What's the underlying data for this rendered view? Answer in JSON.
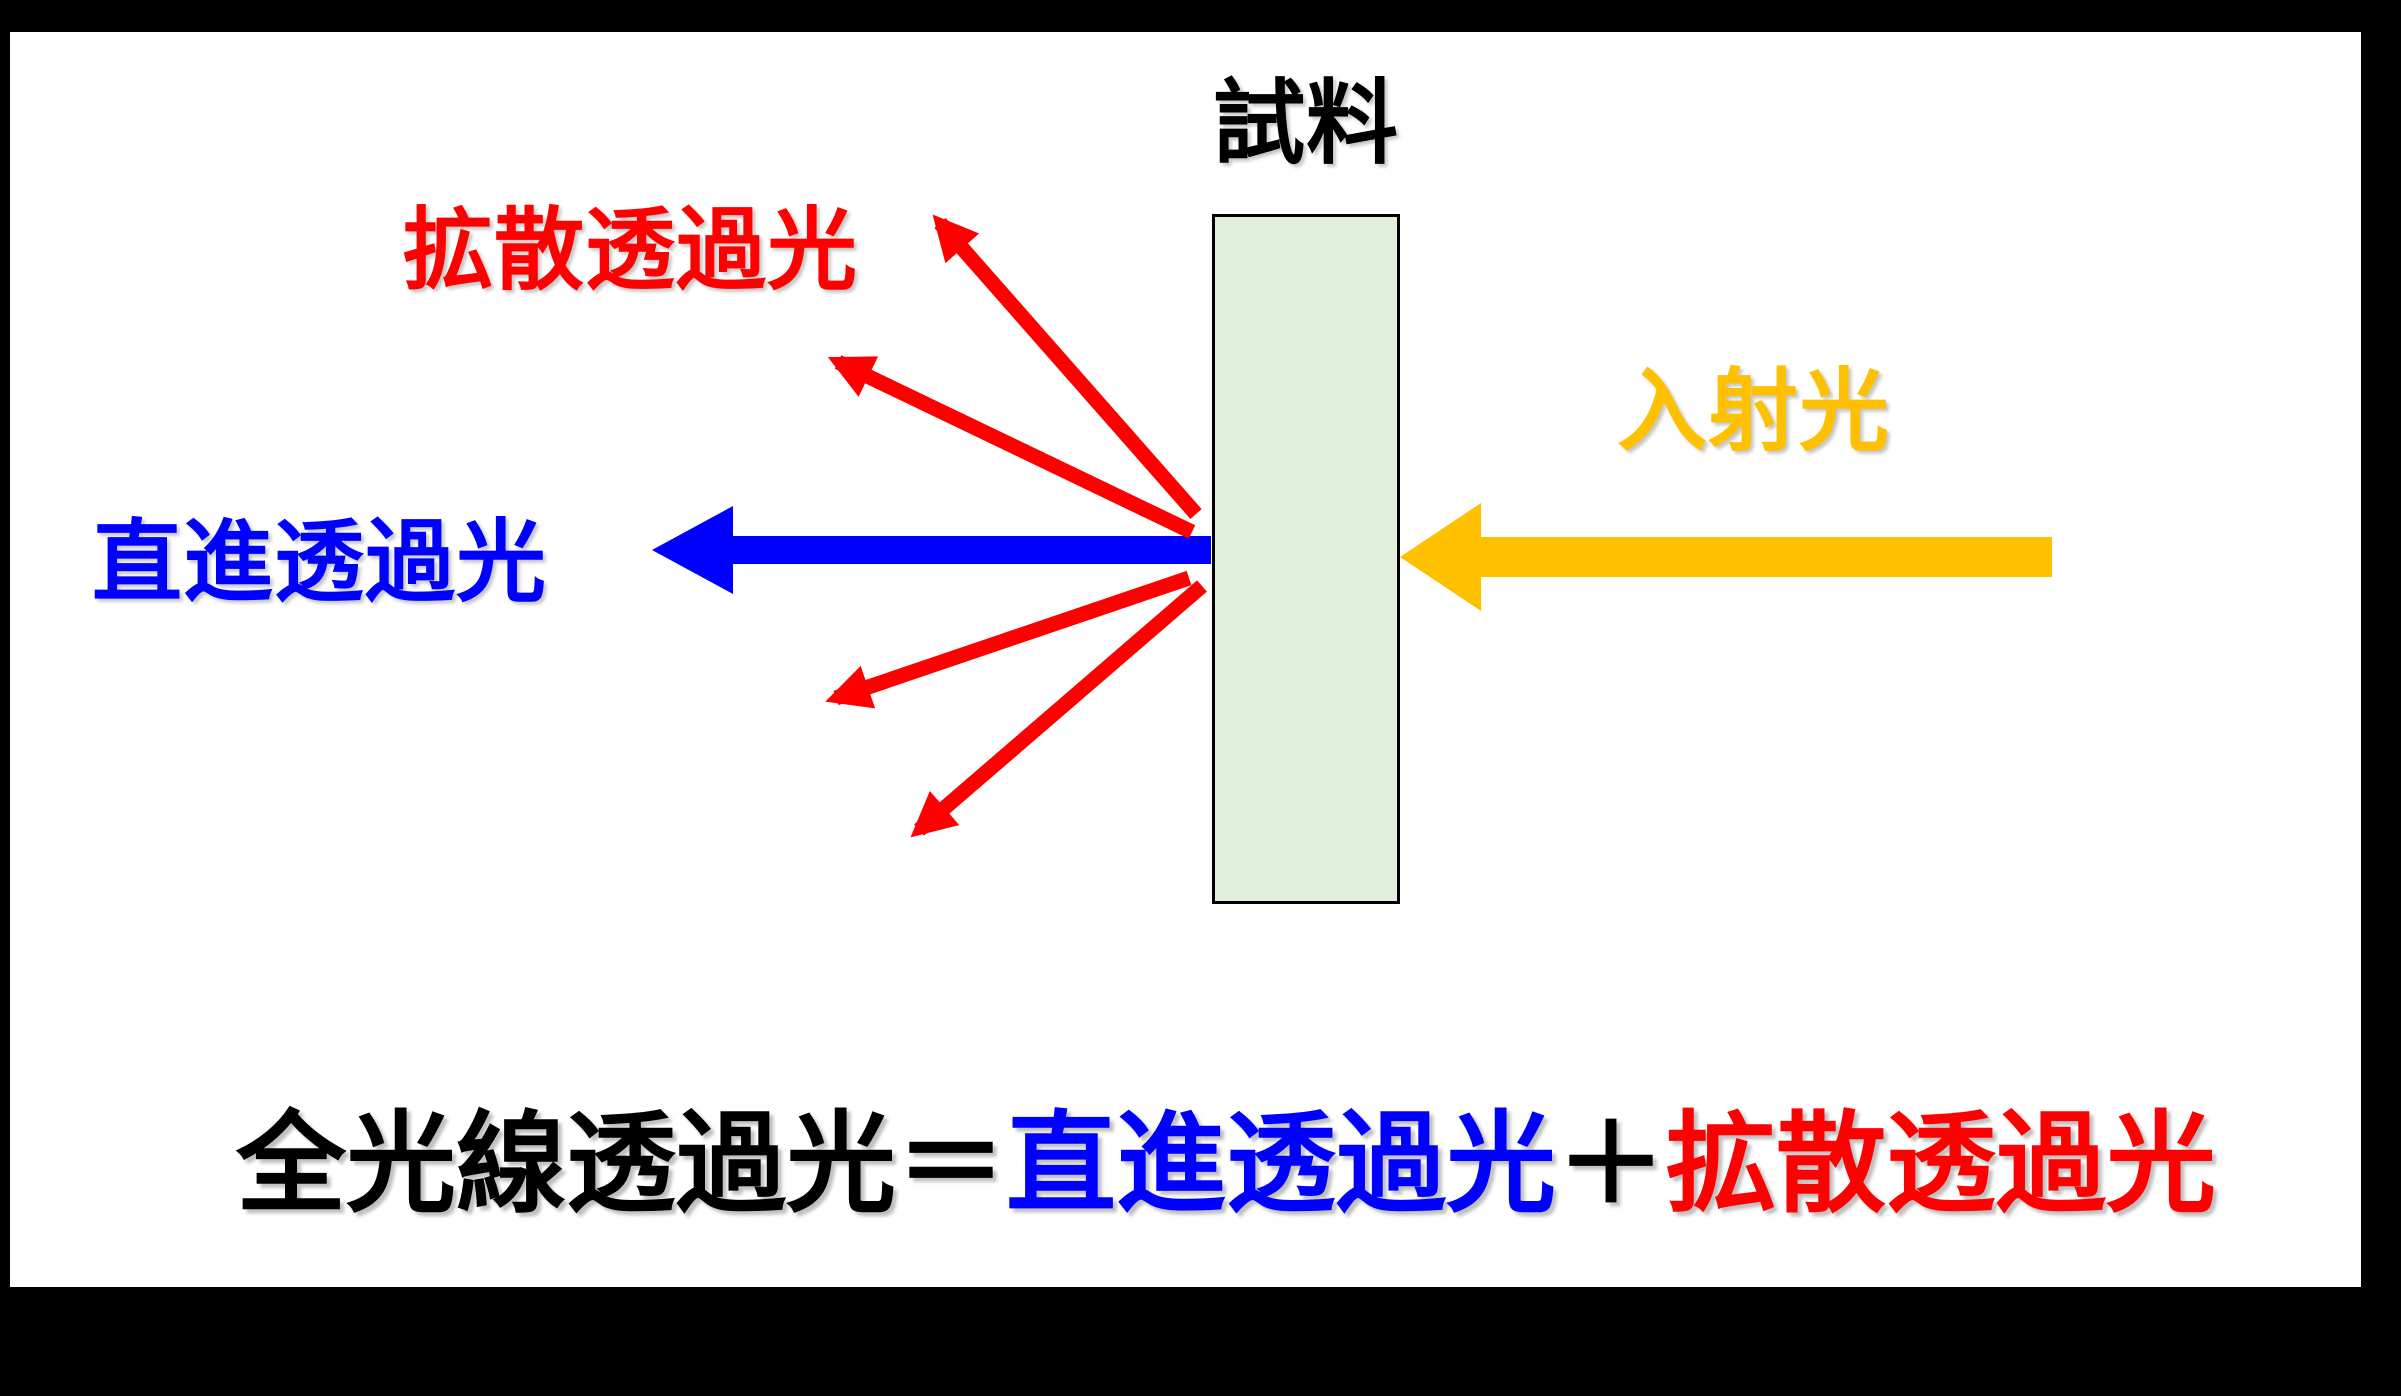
{
  "theme": {
    "background": "#000000",
    "surface": "#FFFFFF",
    "ink": "#000000",
    "incident": "#FFC000",
    "straight": "#0000FF",
    "diffuse": "#FF0000",
    "sample_fill": "#E2EFDA",
    "sample_border": "#000000"
  },
  "diagram": {
    "sample_label": "試料",
    "incident_label": "入射光",
    "straight_label": "直進透過光",
    "diffuse_label": "拡散透過光"
  },
  "equation": {
    "total": "全光線透過光",
    "equals": "＝",
    "straight": "直進透過光",
    "plus": "＋",
    "diffuse": "拡散透過光"
  }
}
